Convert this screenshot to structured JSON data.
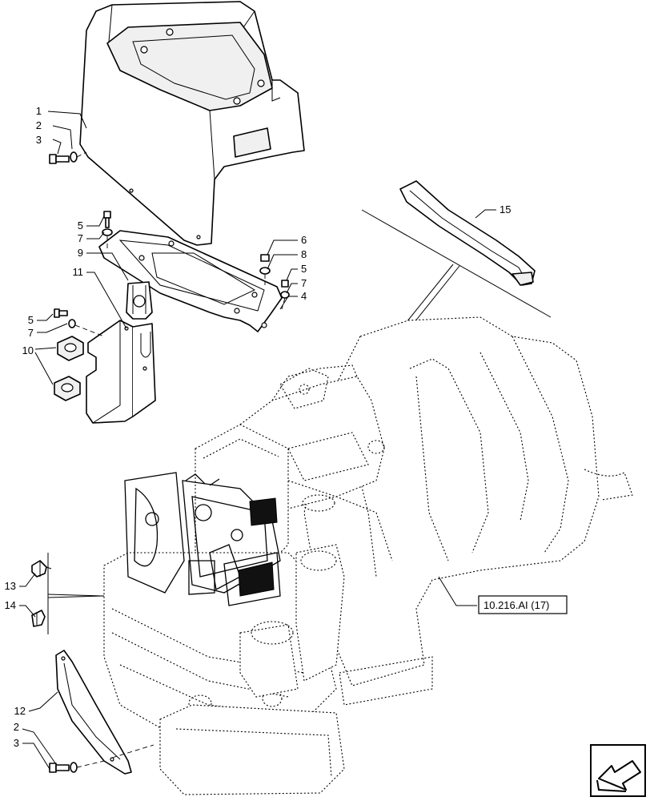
{
  "callouts": [
    {
      "id": "c1",
      "label": "1"
    },
    {
      "id": "c2a",
      "label": "2"
    },
    {
      "id": "c3a",
      "label": "3"
    },
    {
      "id": "c5a",
      "label": "5"
    },
    {
      "id": "c7a",
      "label": "7"
    },
    {
      "id": "c9",
      "label": "9"
    },
    {
      "id": "c11",
      "label": "11"
    },
    {
      "id": "c5b",
      "label": "5"
    },
    {
      "id": "c7b",
      "label": "7"
    },
    {
      "id": "c10",
      "label": "10"
    },
    {
      "id": "c6",
      "label": "6"
    },
    {
      "id": "c8",
      "label": "8"
    },
    {
      "id": "c5c",
      "label": "5"
    },
    {
      "id": "c7c",
      "label": "7"
    },
    {
      "id": "c4",
      "label": "4"
    },
    {
      "id": "c15",
      "label": "15"
    },
    {
      "id": "c13",
      "label": "13"
    },
    {
      "id": "c14",
      "label": "14"
    },
    {
      "id": "c12",
      "label": "12"
    },
    {
      "id": "c2b",
      "label": "2"
    },
    {
      "id": "c3b",
      "label": "3"
    }
  ],
  "reference": {
    "label": "10.216.AI (17)"
  },
  "nav_icon": "arrow-left-icon"
}
